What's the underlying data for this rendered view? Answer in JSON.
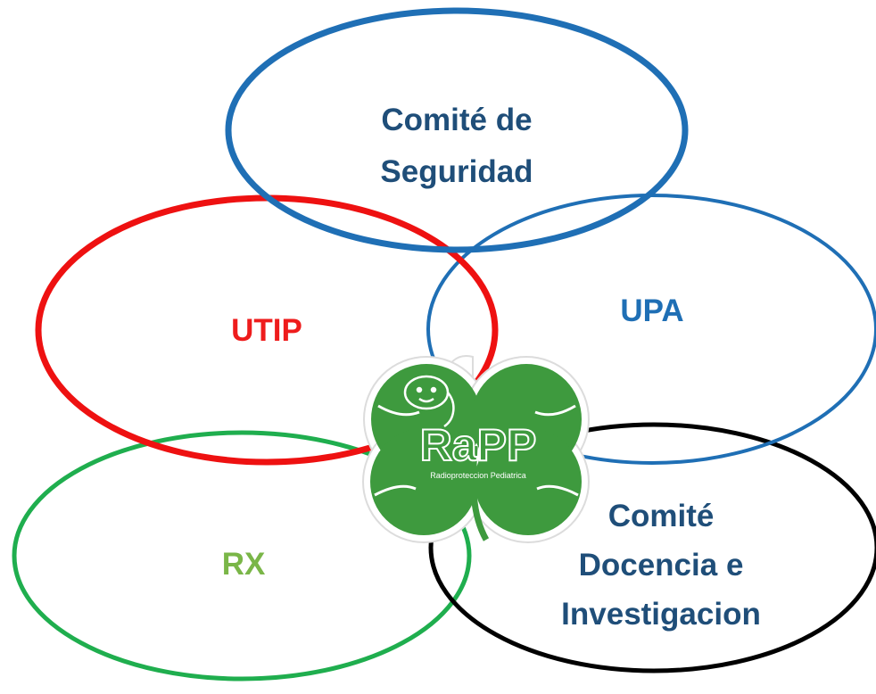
{
  "diagram": {
    "nodes": [
      {
        "id": "seguridad",
        "lines": [
          "Comité de",
          "Seguridad"
        ],
        "color": "#1f4e79",
        "ring_color": "#1f6fb5"
      },
      {
        "id": "utip",
        "lines": [
          "UTIP"
        ],
        "color": "#ee1c1c",
        "ring_color": "#ee1111"
      },
      {
        "id": "upa",
        "lines": [
          "UPA"
        ],
        "color": "#1f6fb5",
        "ring_color": "#1f6fb5"
      },
      {
        "id": "rx",
        "lines": [
          "RX"
        ],
        "color": "#7ab648",
        "ring_color": "#1fae4e"
      },
      {
        "id": "docencia",
        "lines": [
          "Comité",
          "Docencia e",
          "Investigacion"
        ],
        "color": "#1f4e79",
        "ring_color": "#000000"
      }
    ],
    "logo": {
      "text": "RaPP",
      "subtitle": "Radioproteccion Pediatrica",
      "leaf_color": "#3e9a3e"
    }
  }
}
